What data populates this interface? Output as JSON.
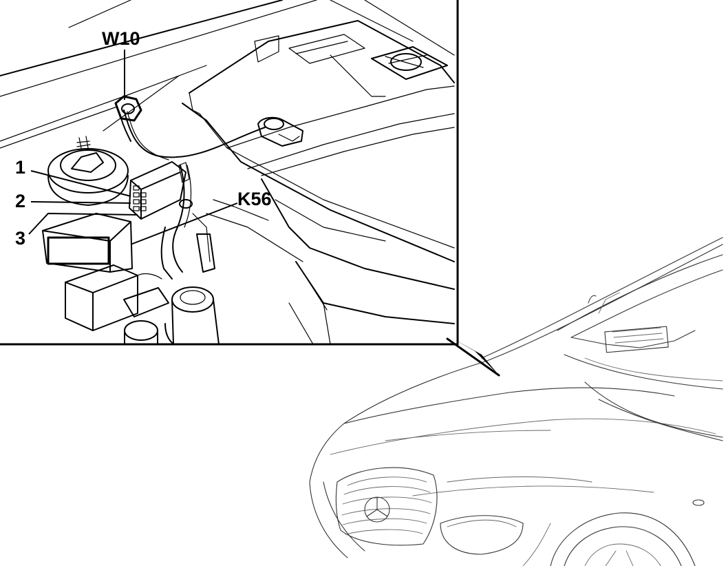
{
  "callouts": {
    "w10": "W10",
    "k56": "K56",
    "item1": "1",
    "item2": "2",
    "item3": "3"
  },
  "colors": {
    "line": "#000000",
    "background": "#ffffff"
  }
}
